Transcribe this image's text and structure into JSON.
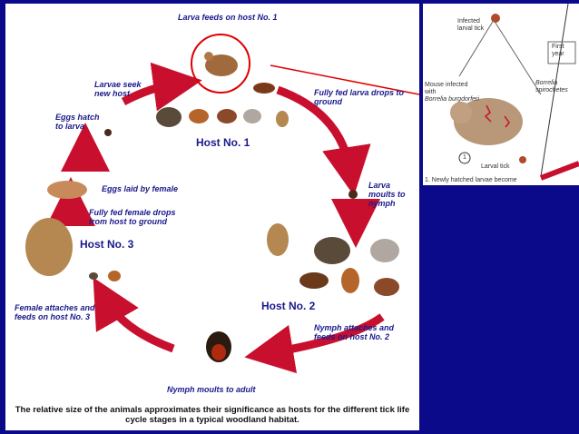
{
  "diagram": {
    "labels": {
      "larva_feeds": "Larva feeds on host No. 1",
      "fully_fed_larva": "Fully fed larva drops to ground",
      "larva_moults": "Larva moults to nymph",
      "nymph_attaches": "Nymph attaches and feeds on host No. 2",
      "nymph_moults": "Nymph moults to adult",
      "female_attaches": "Female attaches and feeds on host No. 3",
      "fully_fed_female": "Fully fed female drops from host to ground",
      "eggs_laid": "Eggs laid by female",
      "eggs_hatch": "Eggs hatch to larva",
      "larvae_seek": "Larvae seek new host"
    },
    "hosts": [
      "Host No. 1",
      "Host No. 2",
      "Host No. 3"
    ],
    "caption": "The relative size of the animals approximates their significance as hosts for the different tick life cycle stages in a typical woodland habitat."
  },
  "inset": {
    "infected_larval_tick": "Infected larval tick",
    "first_year": "First year",
    "mouse_infected": "Mouse infected with",
    "species": "Borrelia burgdorferi",
    "spirochetes": "Borrelia spirochetes",
    "step_number": "1",
    "larval_tick": "Larval tick",
    "footnote": "1. Newly hatched larvae become"
  },
  "colors": {
    "background": "#0a0a8a",
    "arrow": "#c8102e",
    "text": "#1a1a8c",
    "pointer": "#e00000"
  }
}
